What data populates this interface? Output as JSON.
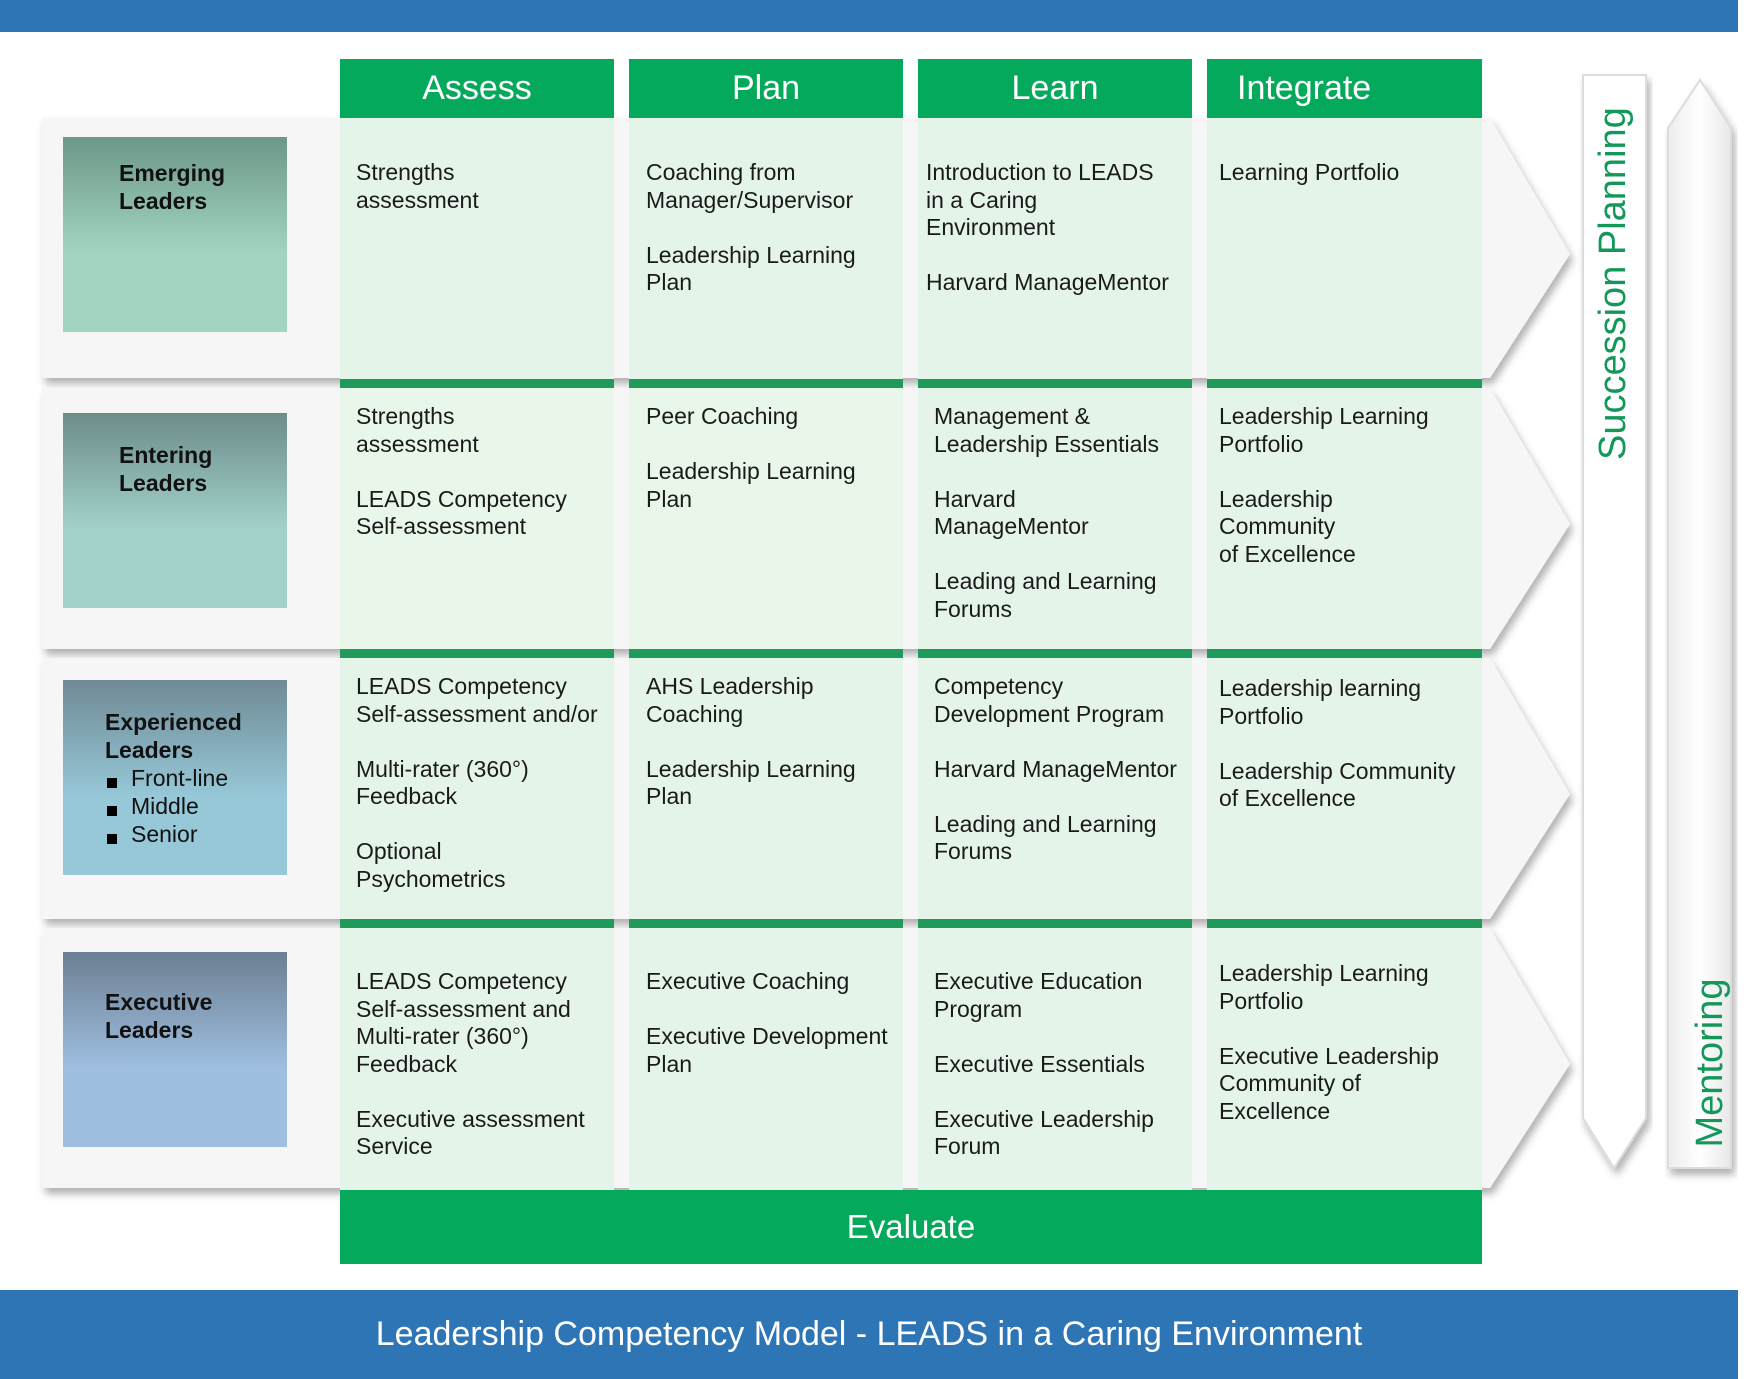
{
  "columns": [
    "Assess",
    "Plan",
    "Learn",
    "Integrate"
  ],
  "evaluate_label": "Evaluate",
  "footer_title": "Leadership Competency Model - LEADS in a Caring Environment",
  "side_arrows": {
    "succession": "Succession Planning",
    "mentoring": "Mentoring"
  },
  "rows": [
    {
      "label": "Emerging\nLeaders",
      "bullets": [],
      "assess": [
        "Strengths\nassessment"
      ],
      "plan": [
        "Coaching from\nManager/Supervisor",
        "Leadership Learning\nPlan"
      ],
      "learn": [
        "Introduction to LEADS\nin a Caring\nEnvironment",
        "Harvard ManageMentor"
      ],
      "integrate": [
        "Learning Portfolio"
      ]
    },
    {
      "label": "Entering\nLeaders",
      "bullets": [],
      "assess": [
        "Strengths\nassessment",
        "LEADS Competency\nSelf-assessment"
      ],
      "plan": [
        "Peer Coaching",
        "Leadership Learning\nPlan"
      ],
      "learn": [
        "Management &\nLeadership Essentials",
        "Harvard\nManageMentor",
        "Leading and Learning\nForums"
      ],
      "integrate": [
        "Leadership Learning\nPortfolio",
        "Leadership\nCommunity\nof Excellence"
      ]
    },
    {
      "label": "Experienced\nLeaders",
      "bullets": [
        "Front-line",
        "Middle",
        "Senior"
      ],
      "assess": [
        "LEADS Competency\nSelf-assessment and/or",
        "Multi-rater (360°)\nFeedback",
        "Optional\nPsychometrics"
      ],
      "plan": [
        "AHS Leadership\nCoaching",
        "Leadership Learning\nPlan"
      ],
      "learn": [
        "Competency\nDevelopment Program",
        "Harvard ManageMentor",
        "Leading and Learning\nForums"
      ],
      "integrate": [
        "Leadership learning\nPortfolio",
        "Leadership Community\nof Excellence"
      ]
    },
    {
      "label": "Executive\nLeaders",
      "bullets": [],
      "assess": [
        "LEADS Competency\nSelf-assessment and\nMulti-rater (360°)\nFeedback",
        "Executive assessment\nService"
      ],
      "plan": [
        "Executive Coaching",
        "Executive Development\nPlan"
      ],
      "learn": [
        "Executive Education\nProgram",
        "Executive Essentials",
        "Executive Leadership\nForum"
      ],
      "integrate": [
        "Leadership Learning\nPortfolio",
        "Executive Leadership\nCommunity of\nExcellence"
      ]
    }
  ],
  "colors": {
    "banner": "#2e75b6",
    "header_green": "#05a95b",
    "cell_green": "#e4f4e8",
    "text_green": "#14985a",
    "label_gradients": [
      [
        "#6d9788",
        "#a2d5c1"
      ],
      [
        "#6c8c8a",
        "#a3d2cb"
      ],
      [
        "#6f8a95",
        "#97c8d8"
      ],
      [
        "#6c7f92",
        "#9fbfe1"
      ]
    ]
  }
}
